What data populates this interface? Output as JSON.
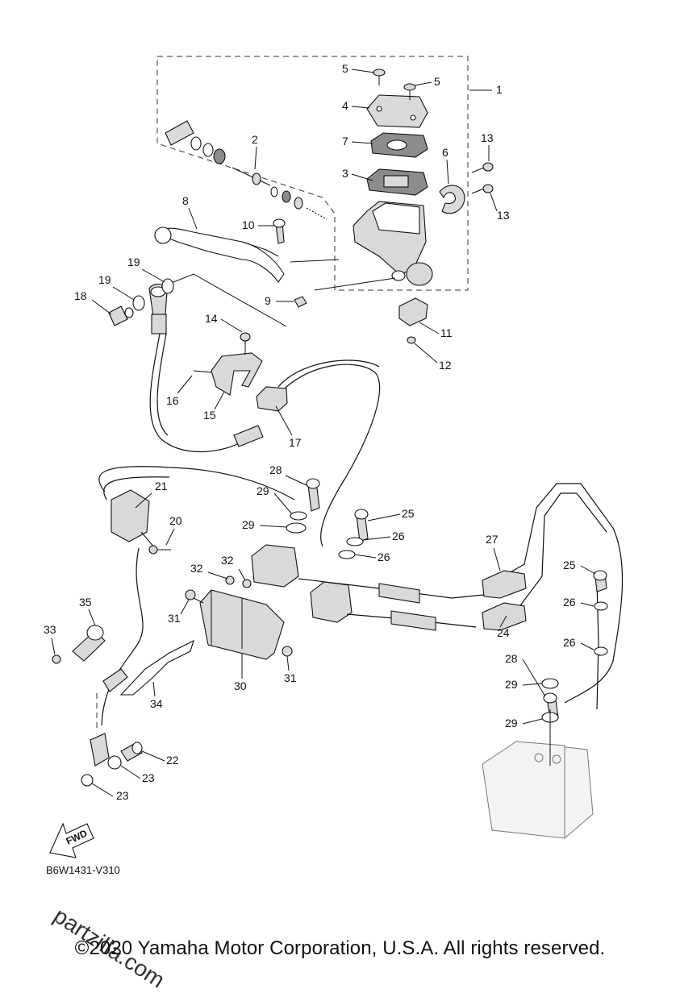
{
  "diagram": {
    "reference_code": "B6W1431-V310",
    "direction_marker": "FWD",
    "watermark": "partzilla.com",
    "copyright": "©2020 Yamaha Motor Corporation, U.S.A. All rights reserved."
  },
  "callouts": [
    "1",
    "2",
    "3",
    "4",
    "5",
    "5",
    "6",
    "7",
    "8",
    "9",
    "10",
    "11",
    "12",
    "13",
    "13",
    "14",
    "15",
    "16",
    "17",
    "18",
    "19",
    "19",
    "20",
    "21",
    "22",
    "23",
    "23",
    "24",
    "25",
    "25",
    "26",
    "26",
    "26",
    "26",
    "27",
    "28",
    "28",
    "29",
    "29",
    "29",
    "29",
    "30",
    "31",
    "31",
    "32",
    "32",
    "33",
    "34",
    "35"
  ]
}
